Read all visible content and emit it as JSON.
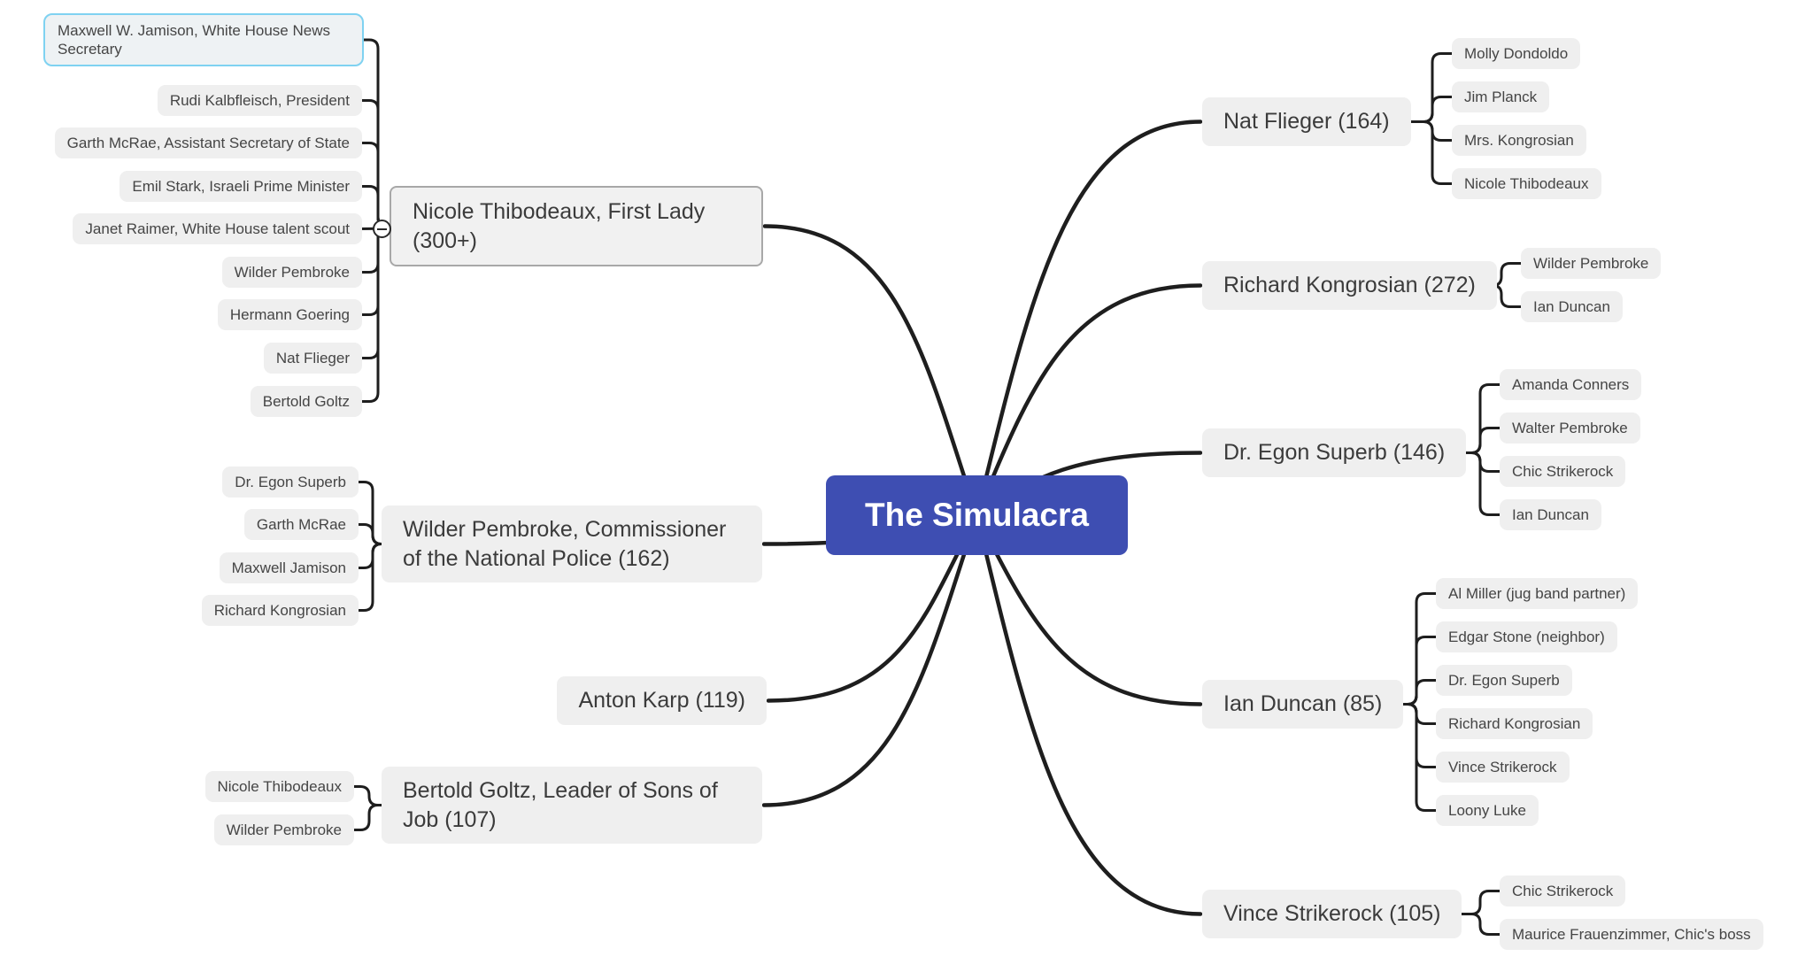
{
  "center": {
    "label": "The Simulacra",
    "bg_color": "#3e4eb2",
    "text_color": "#ffffff"
  },
  "selection": {
    "selected_node": "Maxwell W. Jamison, White House News Secretary",
    "highlight_color": "#7fd2f1"
  },
  "left_branches": [
    {
      "label": "Nicole Thibodeaux, First Lady (300+)",
      "has_collapse_button": true,
      "children": [
        "Maxwell W. Jamison, White House News Secretary",
        "Rudi Kalbfleisch, President",
        "Garth McRae, Assistant Secretary of State",
        "Emil Stark, Israeli Prime Minister",
        "Janet Raimer, White House talent scout",
        "Wilder Pembroke",
        "Hermann Goering",
        "Nat Flieger",
        "Bertold Goltz"
      ]
    },
    {
      "label": "Wilder Pembroke, Commissioner of the National Police (162)",
      "children": [
        "Dr. Egon Superb",
        "Garth McRae",
        "Maxwell Jamison",
        "Richard Kongrosian"
      ]
    },
    {
      "label": "Anton Karp (119)",
      "children": []
    },
    {
      "label": "Bertold Goltz, Leader of Sons of Job (107)",
      "children": [
        "Nicole Thibodeaux",
        "Wilder Pembroke"
      ]
    }
  ],
  "right_branches": [
    {
      "label": "Nat Flieger (164)",
      "children": [
        "Molly Dondoldo",
        "Jim Planck",
        "Mrs. Kongrosian",
        "Nicole Thibodeaux"
      ]
    },
    {
      "label": "Richard Kongrosian (272)",
      "children": [
        "Wilder Pembroke",
        "Ian Duncan"
      ]
    },
    {
      "label": "Dr. Egon Superb (146)",
      "children": [
        "Amanda Conners",
        "Walter Pembroke",
        "Chic Strikerock",
        "Ian Duncan"
      ]
    },
    {
      "label": "Ian Duncan (85)",
      "children": [
        "Al Miller (jug band partner)",
        "Edgar Stone (neighbor)",
        "Dr. Egon Superb",
        "Richard Kongrosian",
        "Vince Strikerock",
        "Loony Luke"
      ]
    },
    {
      "label": "Vince Strikerock (105)",
      "children": [
        "Chic Strikerock",
        "Maurice Frauenzimmer, Chic's boss"
      ]
    }
  ]
}
